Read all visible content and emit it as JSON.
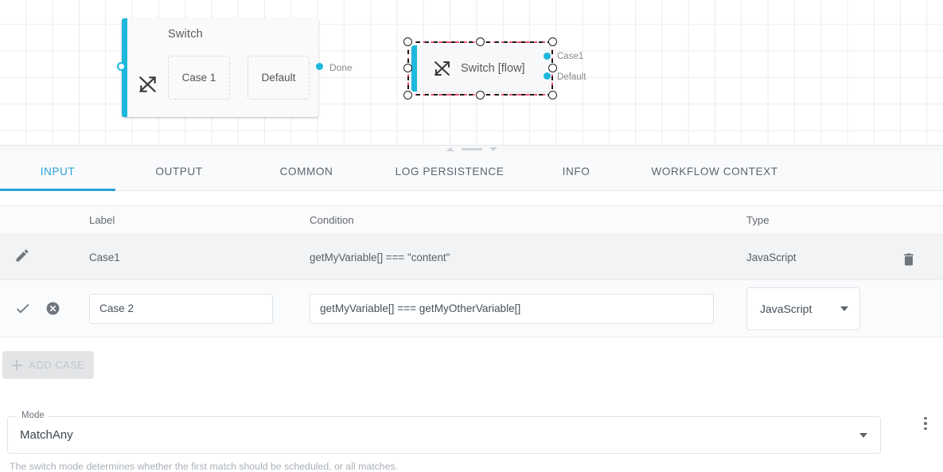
{
  "canvas": {
    "nodes": [
      {
        "title": "Switch",
        "icon": "shuffle-icon",
        "cases": [
          "Case 1",
          "Default"
        ],
        "output_label": "Done",
        "selected": false
      },
      {
        "title": "Switch [flow]",
        "icon": "shuffle-icon",
        "ports": [
          "Case1",
          "Default"
        ],
        "selected": true
      }
    ]
  },
  "panel": {
    "resize_handle": {
      "up_icon": "caret-up-icon",
      "grip_icon": "drag-grip-icon",
      "down_icon": "caret-down-icon"
    },
    "tabs": [
      {
        "label": "INPUT",
        "active": true
      },
      {
        "label": "OUTPUT",
        "active": false
      },
      {
        "label": "COMMON",
        "active": false
      },
      {
        "label": "LOG PERSISTENCE",
        "active": false
      },
      {
        "label": "INFO",
        "active": false
      },
      {
        "label": "WORKFLOW CONTEXT",
        "active": false
      }
    ],
    "table": {
      "columns": [
        "",
        "Label",
        "Condition",
        "Type"
      ],
      "rows": [
        {
          "mode": "display",
          "edit_icon": "pencil-icon",
          "label": "Case1",
          "condition": "getMyVariable[] === \"content\"",
          "type": "JavaScript",
          "delete_icon": "trash-icon"
        },
        {
          "mode": "editing",
          "confirm_icon": "check-icon",
          "cancel_icon": "cancel-circle-icon",
          "label": "Case 2",
          "condition": "getMyVariable[] === getMyOtherVariable[]",
          "type": "JavaScript",
          "type_caret_icon": "caret-down-icon"
        }
      ]
    },
    "add_case_button": {
      "label": "ADD CASE",
      "icon": "plus-icon",
      "disabled": true
    },
    "mode_field": {
      "legend": "Mode",
      "value": "MatchAny",
      "caret_icon": "caret-down-icon",
      "helper_text": "The switch mode determines whether the first match should be scheduled, or all matches."
    },
    "overflow_menu_icon": "kebab-menu-icon"
  },
  "colors": {
    "accent_cyan": "#1eb8dd",
    "tab_active": "#29a3d6",
    "selection_pink": "#f0506e"
  }
}
